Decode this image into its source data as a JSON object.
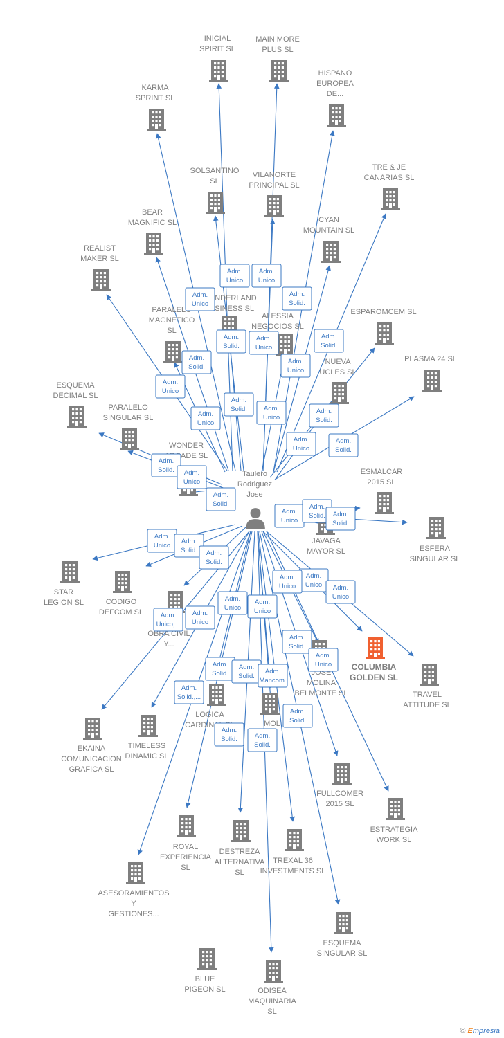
{
  "center": {
    "label_lines": [
      "Taulero",
      "Rodriguez",
      "Jose"
    ]
  },
  "colors": {
    "edge": "#3b78c3",
    "node": "#7f7f7f",
    "highlight": "#f06030",
    "label": "#7f7f7f"
  },
  "icons": {
    "company": "building-icon",
    "person": "person-icon"
  },
  "companies": [
    {
      "lines": [
        "INICIAL",
        "SPIRIT  SL"
      ]
    },
    {
      "lines": [
        "MAIN MORE",
        "PLUS  SL"
      ]
    },
    {
      "lines": [
        "HISPANO",
        "EUROPEA",
        "DE..."
      ]
    },
    {
      "lines": [
        "KARMA",
        "SPRINT  SL"
      ]
    },
    {
      "lines": [
        "SOLSANTINO",
        "SL"
      ]
    },
    {
      "lines": [
        "VILANORTE",
        "PRINCIPAL  SL"
      ]
    },
    {
      "lines": [
        "TRE & JE",
        "CANARIAS  SL"
      ]
    },
    {
      "lines": [
        "BEAR",
        "MAGNIFIC  SL"
      ]
    },
    {
      "lines": [
        "CYAN",
        "MOUNTAIN  SL"
      ]
    },
    {
      "lines": [
        "REALIST",
        "MAKER  SL"
      ]
    },
    {
      "lines": [
        "WONDERLAND",
        "BUSINESS  SL"
      ]
    },
    {
      "lines": [
        "PARALELO",
        "MAGNETICO",
        "SL"
      ]
    },
    {
      "lines": [
        "ALESSIA",
        "NEGOCIOS  SL"
      ]
    },
    {
      "lines": [
        "ESPAROMCEM SL"
      ]
    },
    {
      "lines": [
        "NUEVA",
        "UCLES  SL"
      ]
    },
    {
      "lines": [
        "PLASMA 24 SL"
      ]
    },
    {
      "lines": [
        "ESQUEMA",
        "DECIMAL  SL"
      ]
    },
    {
      "lines": [
        "PARALELO",
        "SINGULAR  SL"
      ]
    },
    {
      "lines": [
        "WONDER",
        "ARCADE  SL"
      ]
    },
    {
      "lines": [
        "ESMALCAR",
        "2015  SL"
      ]
    },
    {
      "lines": [
        "JAVAGA",
        "MAYOR  SL"
      ]
    },
    {
      "lines": [
        "ESFERA",
        "SINGULAR  SL"
      ]
    },
    {
      "lines": [
        "STAR",
        "LEGION  SL"
      ]
    },
    {
      "lines": [
        "CODIGO",
        "DEFCOM  SL"
      ]
    },
    {
      "lines": [
        "T",
        "OBRA CIVIL",
        "Y..."
      ]
    },
    {
      "lines": [
        "COLUMBIA",
        "GOLDEN  SL"
      ],
      "highlight": true
    },
    {
      "lines": [
        "TRAVEL",
        "ATTITUDE  SL"
      ]
    },
    {
      "lines": [
        "JOSE",
        "MOLINA",
        "BELMONTE  SL"
      ]
    },
    {
      "lines": [
        "LOGICA",
        "CARDINAL  SL"
      ]
    },
    {
      "lines": [
        "MOL",
        "SL"
      ]
    },
    {
      "lines": [
        "EKAINA",
        "COMUNICACION",
        "GRAFICA  SL"
      ]
    },
    {
      "lines": [
        "TIMELESS",
        "DINAMIC  SL"
      ]
    },
    {
      "lines": [
        "FULLCOMER",
        "2015  SL"
      ]
    },
    {
      "lines": [
        "ESTRATEGIA",
        "WORK  SL"
      ]
    },
    {
      "lines": [
        "ROYAL",
        "EXPERIENCIA",
        "SL"
      ]
    },
    {
      "lines": [
        "DESTREZA",
        "ALTERNATIVA",
        "SL"
      ]
    },
    {
      "lines": [
        "TREXAL 36",
        "INVESTMENTS SL"
      ]
    },
    {
      "lines": [
        "ASESORAMIENTOS",
        "Y",
        "GESTIONES..."
      ]
    },
    {
      "lines": [
        "ESQUEMA",
        "SINGULAR  SL"
      ]
    },
    {
      "lines": [
        "BLUE",
        "PIGEON  SL"
      ]
    },
    {
      "lines": [
        "ODISEA",
        "MAQUINARIA",
        "SL"
      ]
    }
  ],
  "roles": [
    [
      "Adm.",
      "Unico"
    ],
    [
      "Adm.",
      "Unico"
    ],
    [
      "Adm.",
      "Solid."
    ],
    [
      "Adm.",
      "Unico"
    ],
    [
      "Adm.",
      "Solid."
    ],
    [
      "Adm.",
      "Unico"
    ],
    [
      "Adm.",
      "Solid."
    ],
    [
      "Adm.",
      "Solid."
    ],
    [
      "Adm.",
      "Unico"
    ],
    [
      "Adm.",
      "Unico"
    ],
    [
      "Adm.",
      "Solid."
    ],
    [
      "Adm.",
      "Unico"
    ],
    [
      "Adm.",
      "Unico"
    ],
    [
      "Adm.",
      "Solid."
    ],
    [
      "Adm.",
      "Unico"
    ],
    [
      "Adm.",
      "Solid."
    ],
    [
      "Adm.",
      "Solid."
    ],
    [
      "Adm.",
      "Unico"
    ],
    [
      "Adm.",
      "Solid."
    ],
    [
      "Adm.",
      "Unico"
    ],
    [
      "Adm.",
      "Solid."
    ],
    [
      "Adm.",
      "Solid."
    ],
    [
      "Adm.",
      "Unico"
    ],
    [
      "Adm.",
      "Solid."
    ],
    [
      "Adm.",
      "Solid."
    ],
    [
      "Adm.",
      "Unico"
    ],
    [
      "Adm.",
      "Unico"
    ],
    [
      "Adm.",
      "Unico"
    ],
    [
      "Adm.",
      "Unico,..."
    ],
    [
      "Adm.",
      "Unico"
    ],
    [
      "Adm.",
      "Unico"
    ],
    [
      "Adm.",
      "Unico"
    ],
    [
      "Adm.",
      "Solid."
    ],
    [
      "Adm.",
      "Unico"
    ],
    [
      "Adm.",
      "Solid."
    ],
    [
      "Adm.",
      "Solid.,..."
    ],
    [
      "Adm.",
      "Solid."
    ],
    [
      "Adm.",
      "Mancom."
    ],
    [
      "Adm.",
      "Solid."
    ],
    [
      "Adm.",
      "Solid."
    ],
    [
      "Adm.",
      "Solid."
    ]
  ],
  "footer": {
    "copyright": "©",
    "brand_initial": "E",
    "brand_rest": "mpresia"
  }
}
